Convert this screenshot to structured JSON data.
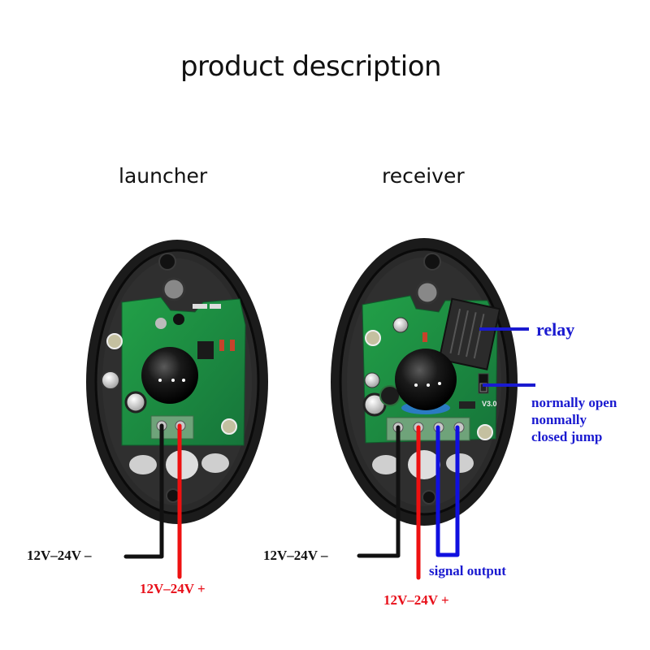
{
  "page": {
    "title": "product description"
  },
  "devices": {
    "launcher": {
      "label": "launcher",
      "negative_label": "12V–24V  –",
      "positive_label": "12V–24V +"
    },
    "receiver": {
      "label": "receiver",
      "negative_label": "12V–24V  –",
      "positive_label": "12V–24V +",
      "relay_label": "relay",
      "jumper_label_lines": [
        "normally open",
        "nonmally",
        "closed jump"
      ],
      "signal_label": "signal output",
      "board_version": "V3.0"
    }
  },
  "colors": {
    "negative_wire": "#111111",
    "positive_wire": "#ee1111",
    "signal_wire": "#1010e0",
    "annotation_blue": "#1a1ad0",
    "pcb_green": "#1f8a3c",
    "housing": "#1a1a1a"
  }
}
